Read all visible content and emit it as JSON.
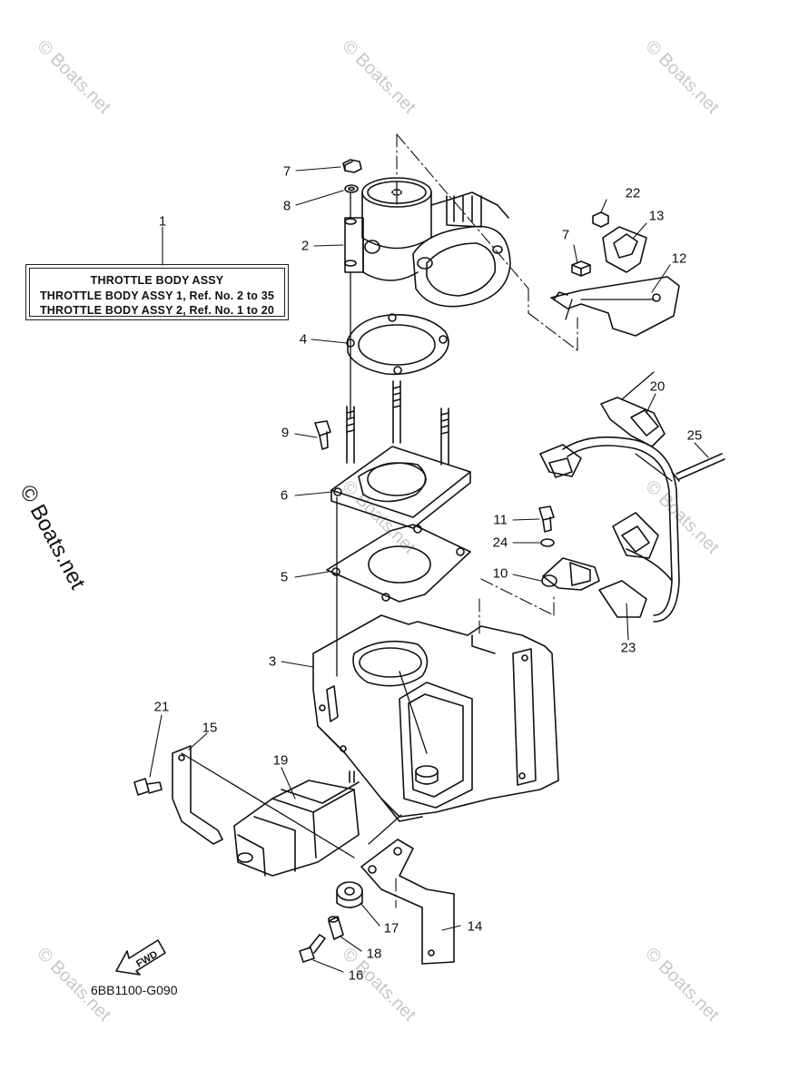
{
  "watermark": "© Boats.net",
  "legend": {
    "title": "THROTTLE BODY ASSY",
    "line1": "THROTTLE BODY ASSY 1,  Ref. No. 2 to 35",
    "line2": "THROTTLE BODY ASSY 2,  Ref. No. 1 to 20"
  },
  "callouts": {
    "c1": "1",
    "c2": "2",
    "c3": "3",
    "c4": "4",
    "c5": "5",
    "c6": "6",
    "c7a": "7",
    "c7b": "7",
    "c8": "8",
    "c9": "9",
    "c10": "10",
    "c11": "11",
    "c12": "12",
    "c13": "13",
    "c14": "14",
    "c15": "15",
    "c16": "16",
    "c17": "17",
    "c18": "18",
    "c19": "19",
    "c20": "20",
    "c21": "21",
    "c22": "22",
    "c23": "23",
    "c24": "24",
    "c25": "25"
  },
  "fwd_label": "FWD",
  "drawing_code": "6BB1100-G090"
}
